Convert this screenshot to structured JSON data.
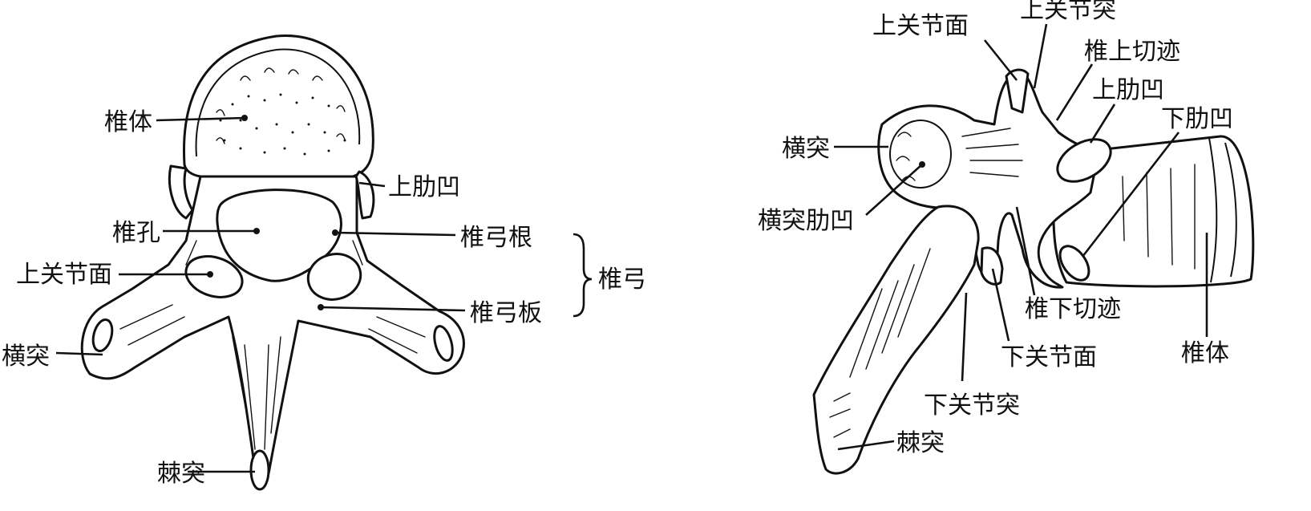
{
  "superior_view": {
    "labels": {
      "vertebral_body": "椎体",
      "superior_costal_facet": "上肋凹",
      "vertebral_foramen": "椎孔",
      "pedicle": "椎弓根",
      "superior_articular_surface": "上关节面",
      "vertebral_arch": "椎弓",
      "lamina": "椎弓板",
      "transverse_process": "横突",
      "spinous_process": "棘突"
    }
  },
  "lateral_view": {
    "labels": {
      "superior_articular_surface": "上关节面",
      "superior_articular_process": "上关节突",
      "superior_vertebral_notch": "椎上切迹",
      "superior_costal_facet": "上肋凹",
      "inferior_costal_facet": "下肋凹",
      "transverse_process": "横突",
      "transverse_costal_facet": "横突肋凹",
      "inferior_vertebral_notch": "椎下切迹",
      "inferior_articular_surface": "下关节面",
      "vertebral_body": "椎体",
      "inferior_articular_process": "下关节突",
      "spinous_process": "棘突"
    }
  }
}
